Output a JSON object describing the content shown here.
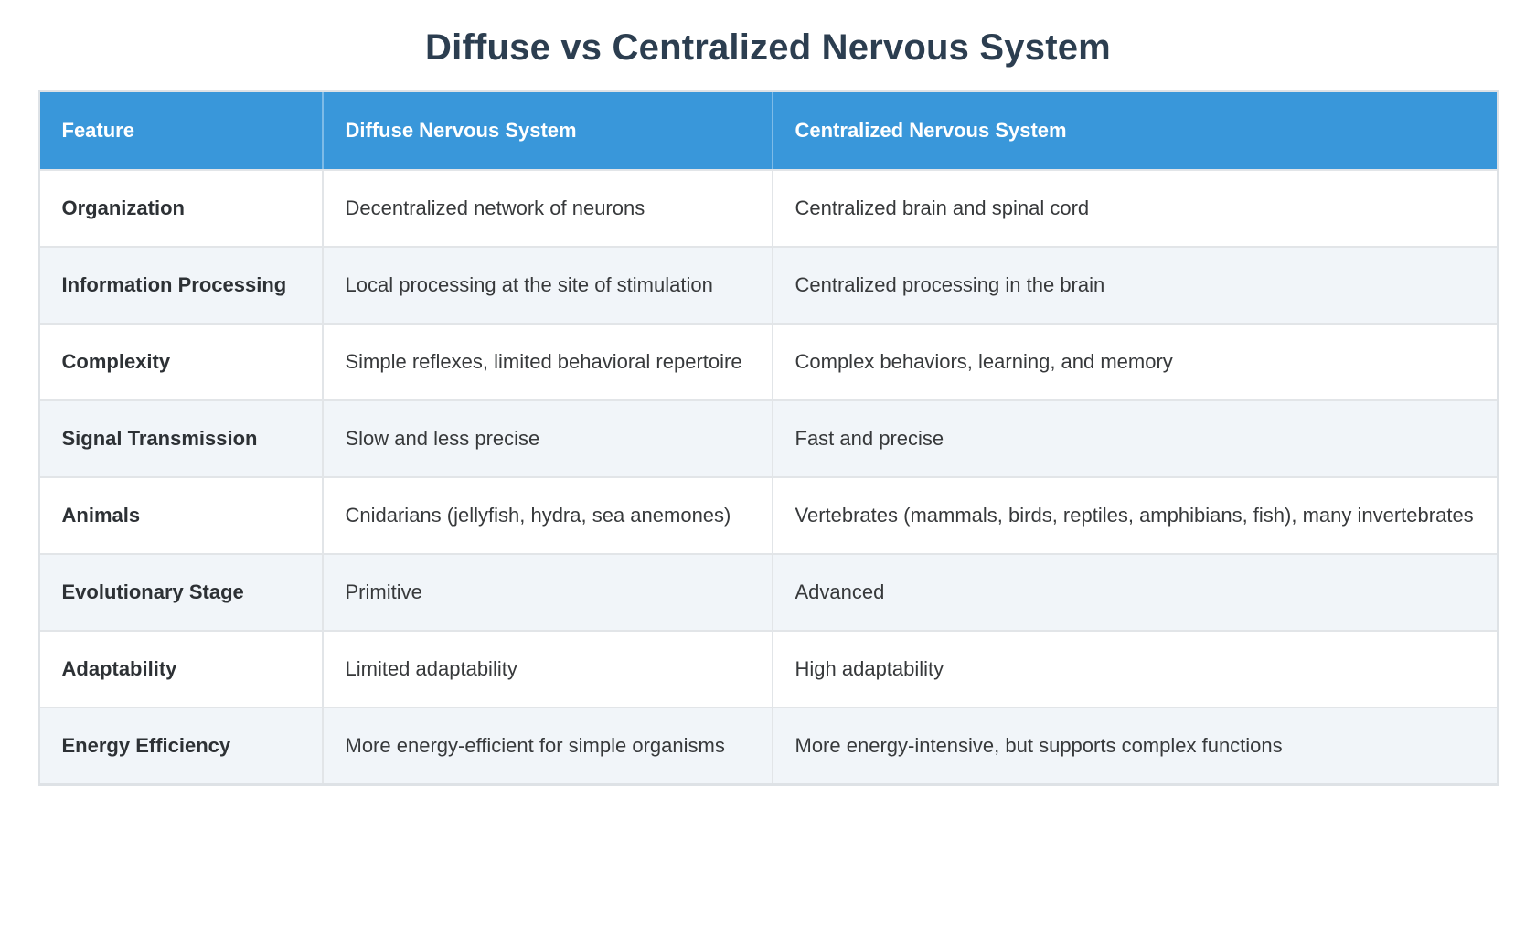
{
  "page": {
    "title": "Diffuse vs Centralized Nervous System"
  },
  "table": {
    "columns": [
      "Feature",
      "Diffuse Nervous System",
      "Centralized Nervous System"
    ],
    "rows": [
      {
        "feature": "Organization",
        "diffuse": "Decentralized network of neurons",
        "centralized": "Centralized brain and spinal cord"
      },
      {
        "feature": "Information Processing",
        "diffuse": "Local processing at the site of stimulation",
        "centralized": "Centralized processing in the brain"
      },
      {
        "feature": "Complexity",
        "diffuse": "Simple reflexes, limited behavioral repertoire",
        "centralized": "Complex behaviors, learning, and memory"
      },
      {
        "feature": "Signal Transmission",
        "diffuse": "Slow and less precise",
        "centralized": "Fast and precise"
      },
      {
        "feature": "Animals",
        "diffuse": "Cnidarians (jellyfish, hydra, sea anemones)",
        "centralized": "Vertebrates (mammals, birds, reptiles, amphibians, fish), many invertebrates"
      },
      {
        "feature": "Evolutionary Stage",
        "diffuse": "Primitive",
        "centralized": "Advanced"
      },
      {
        "feature": "Adaptability",
        "diffuse": "Limited adaptability",
        "centralized": "High adaptability"
      },
      {
        "feature": "Energy Efficiency",
        "diffuse": "More energy-efficient for simple organisms",
        "centralized": "More energy-intensive, but supports complex functions"
      }
    ]
  },
  "colors": {
    "header_background": "#3997da",
    "header_text": "#ffffff",
    "title_text": "#2c3e50",
    "alt_row_background": "#f1f5f9",
    "border": "#e2e5e8",
    "body_text": "#37393b"
  }
}
